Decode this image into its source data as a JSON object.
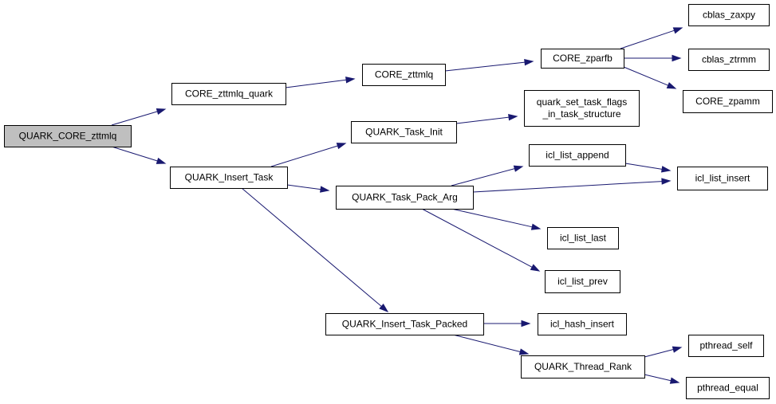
{
  "colors": {
    "edge": "#191970",
    "root_fill": "#bfbfbf",
    "node_fill": "#ffffff",
    "border": "#000000"
  },
  "nodes": {
    "root": [
      "QUARK_CORE_zttmlq"
    ],
    "quark": [
      "CORE_zttmlq_quark"
    ],
    "insert": [
      "QUARK_Insert_Task"
    ],
    "zttmlq": [
      "CORE_zttmlq"
    ],
    "zparfb": [
      "CORE_zparfb"
    ],
    "zaxpy": [
      "cblas_zaxpy"
    ],
    "ztrmm": [
      "cblas_ztrmm"
    ],
    "zpamm": [
      "CORE_zpamm"
    ],
    "taskinit": [
      "QUARK_Task_Init"
    ],
    "flags": [
      "quark_set_task_flags",
      "_in_task_structure"
    ],
    "packarg": [
      "QUARK_Task_Pack_Arg"
    ],
    "append": [
      "icl_list_append"
    ],
    "insertlist": [
      "icl_list_insert"
    ],
    "last": [
      "icl_list_last"
    ],
    "prev": [
      "icl_list_prev"
    ],
    "packed": [
      "QUARK_Insert_Task_Packed"
    ],
    "hash": [
      "icl_hash_insert"
    ],
    "rank": [
      "QUARK_Thread_Rank"
    ],
    "self": [
      "pthread_self"
    ],
    "equal": [
      "pthread_equal"
    ]
  }
}
